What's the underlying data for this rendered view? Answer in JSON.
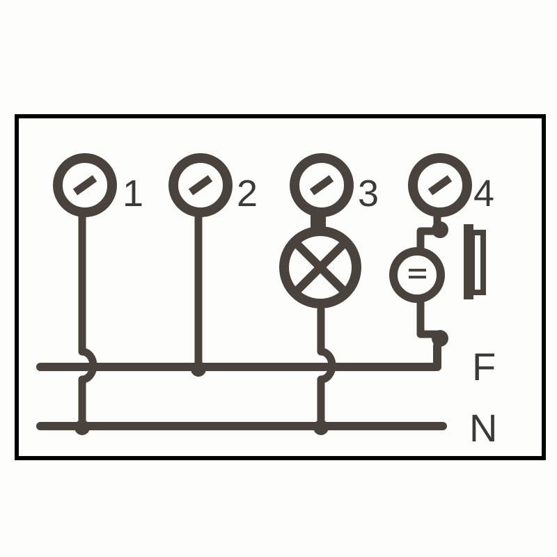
{
  "diagram": {
    "type": "wiring-diagram",
    "colors": {
      "ink": "#4a433d",
      "frame": "#000000",
      "background": "#fdfdfb",
      "label": "#3b3a37"
    },
    "terminals": [
      {
        "id": "1",
        "label": "1"
      },
      {
        "id": "2",
        "label": "2"
      },
      {
        "id": "3",
        "label": "3"
      },
      {
        "id": "4",
        "label": "4"
      }
    ],
    "components": {
      "lamp": {
        "connected_to_terminal": "3",
        "symbol": "lamp-cross-circle"
      },
      "dc_supply": {
        "connected_to_terminal": "4",
        "symbol": "equals-circle"
      },
      "contact": {
        "symbol": "rectangle-contact"
      }
    },
    "buses": [
      {
        "id": "F",
        "label": "F"
      },
      {
        "id": "N",
        "label": "N"
      }
    ]
  }
}
